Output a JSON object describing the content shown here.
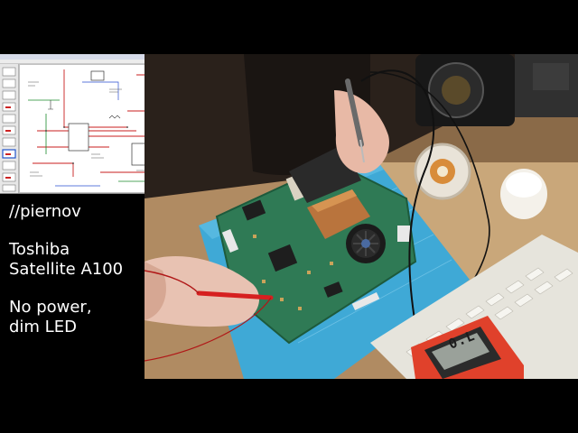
{
  "overlay": {
    "handle": "//piernov",
    "device_line1": "Toshiba",
    "device_line2": "Satellite A100",
    "issue_line1": "No power,",
    "issue_line2": "dim LED"
  },
  "multimeter": {
    "display": "0.L"
  },
  "colors": {
    "mat_blue": "#3fa9d6",
    "board_green": "#2f7a55",
    "desk": "#c9a77a",
    "schematic_wire_red": "#c81e1e",
    "schematic_wire_green": "#1a8a2a",
    "multimeter_body": "#e0412b"
  }
}
